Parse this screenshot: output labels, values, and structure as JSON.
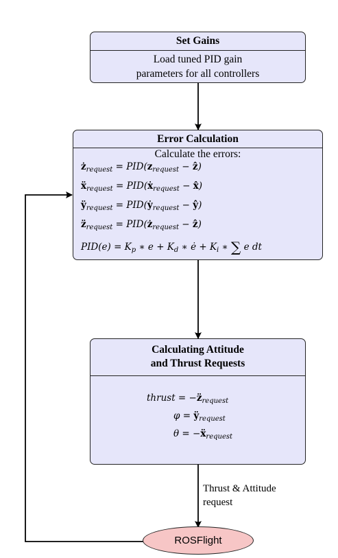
{
  "set_gains": {
    "title": "Set Gains",
    "line1": "Load tuned PID gain",
    "line2": "parameters for all controllers"
  },
  "error_calc": {
    "title": "Error Calculation",
    "intro": "Calculate the errors:",
    "pid": "PID",
    "pid_def_lhs": "PID(e) = ",
    "pid_def_rhs": "K",
    "request": "request"
  },
  "attitude": {
    "title_line1": "Calculating Attitude",
    "title_line2": "and Thrust Requests",
    "thrust": "thrust",
    "phi": "φ",
    "theta": "θ"
  },
  "edge_label": {
    "line1": "Thrust & Attitude",
    "line2": "request"
  },
  "rosflight": {
    "label": "ROSFlight"
  },
  "colors": {
    "box_fill": "#e6e6fa",
    "terminal_fill": "#f7c6c6"
  }
}
